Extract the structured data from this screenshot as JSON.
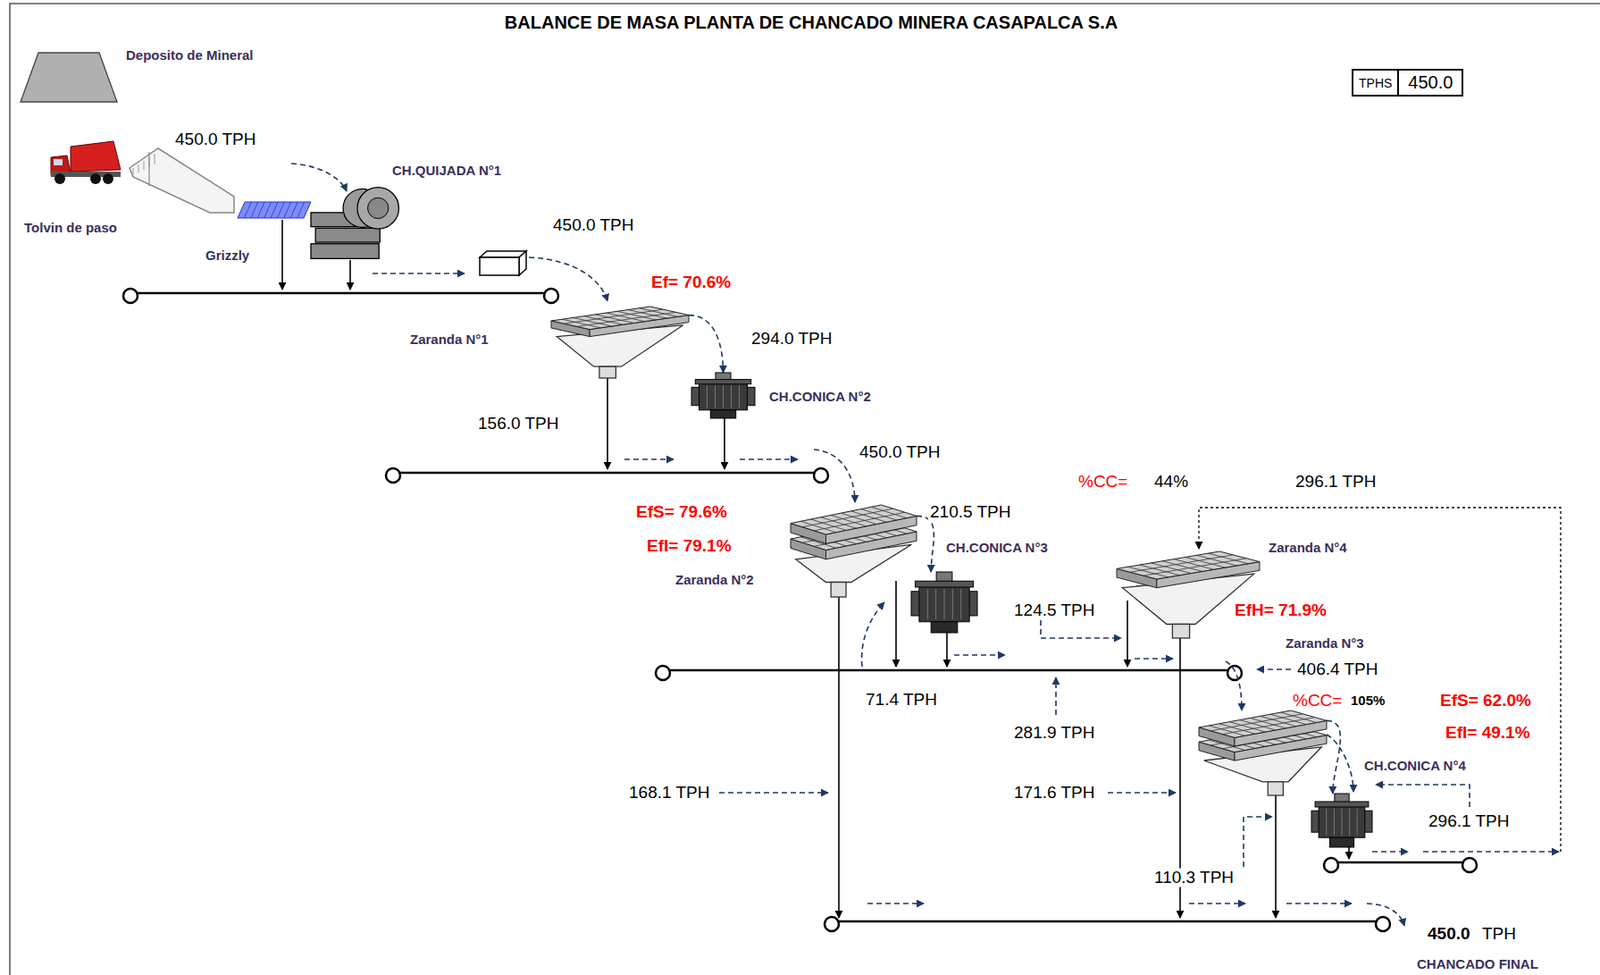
{
  "diagram": {
    "title": "BALANCE DE MASA PLANTA DE CHANCADO MINERA CASAPALCA S.A",
    "nodes": [
      {
        "text": [
          "Deposito de Mineral"
        ]
      },
      {
        "text": [
          "TPHS",
          "450.0"
        ]
      },
      {
        "text": [
          "Tolvin de paso"
        ]
      },
      {
        "text": [
          "Grizzly"
        ]
      },
      {
        "text": [
          "CH.QUIJADA N°1"
        ]
      },
      {
        "text": [
          "Zaranda N°1"
        ]
      },
      {
        "text": [
          "CH.CONICA N°2"
        ]
      },
      {
        "text": [
          "Zaranda N°2"
        ]
      },
      {
        "text": [
          "CH.CONICA N°3"
        ]
      },
      {
        "text": [
          "Zaranda N°4"
        ]
      },
      {
        "text": [
          "Zaranda N°3"
        ]
      },
      {
        "text": [
          "CH.CONICA N°4"
        ]
      }
    ],
    "edges": [
      {
        "from": 5,
        "to": 6,
        "arrow": "to"
      },
      {
        "from": 7,
        "to": 8,
        "arrow": "to"
      },
      {
        "from": 10,
        "to": 11,
        "arrow": "to"
      }
    ],
    "labels": [
      "450.0 TPH",
      "450.0 TPH",
      "Ef= 70.6%",
      "294.0 TPH",
      "156.0 TPH",
      "450.0 TPH",
      "%CC=",
      "44%",
      "296.1 TPH",
      "EfS= 79.6%",
      "210.5 TPH",
      "EfI= 79.1%",
      "124.5 TPH",
      "EfH= 71.9%",
      "406.4 TPH",
      "71.4 TPH",
      "%CC=",
      "105%",
      "EfS= 62.0%",
      "281.9 TPH",
      "EfI= 49.1%",
      "168.1 TPH",
      "171.6 TPH",
      "296.1 TPH",
      "110.3 TPH",
      "450.0",
      "TPH",
      "CHANCADO FINAL"
    ]
  }
}
